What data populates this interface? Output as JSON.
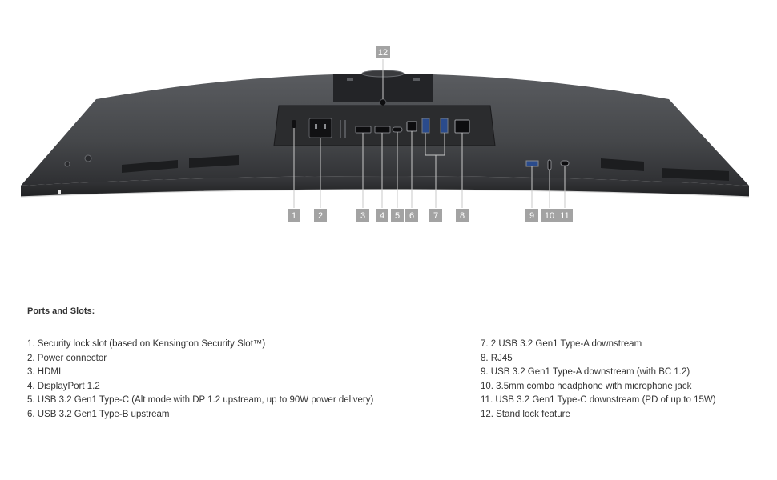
{
  "figure": {
    "callouts": [
      "1",
      "2",
      "3",
      "4",
      "5",
      "6",
      "7",
      "8",
      "9",
      "10",
      "11",
      "12"
    ],
    "colors": {
      "monitor_body": "#4a4c4f",
      "monitor_edge": "#2f3033",
      "port_panel": "#2b2c2e",
      "callout_box": "#a3a3a3"
    }
  },
  "ports_section": {
    "title": "Ports and Slots:",
    "left_items": [
      "1. Security lock slot (based on Kensington Security Slot™)",
      "2. Power connector",
      "3. HDMI",
      "4. DisplayPort 1.2",
      "5. USB 3.2 Gen1 Type-C (Alt mode with DP 1.2 upstream, up to 90W power delivery)",
      "6. USB 3.2 Gen1 Type-B upstream"
    ],
    "right_items": [
      "7. 2 USB 3.2 Gen1 Type-A downstream",
      "8. RJ45",
      "9. USB 3.2 Gen1 Type-A downstream (with BC 1.2)",
      "10. 3.5mm combo headphone with microphone jack",
      "11. USB 3.2 Gen1 Type-C downstream (PD of up to 15W)",
      "12. Stand lock feature"
    ]
  }
}
